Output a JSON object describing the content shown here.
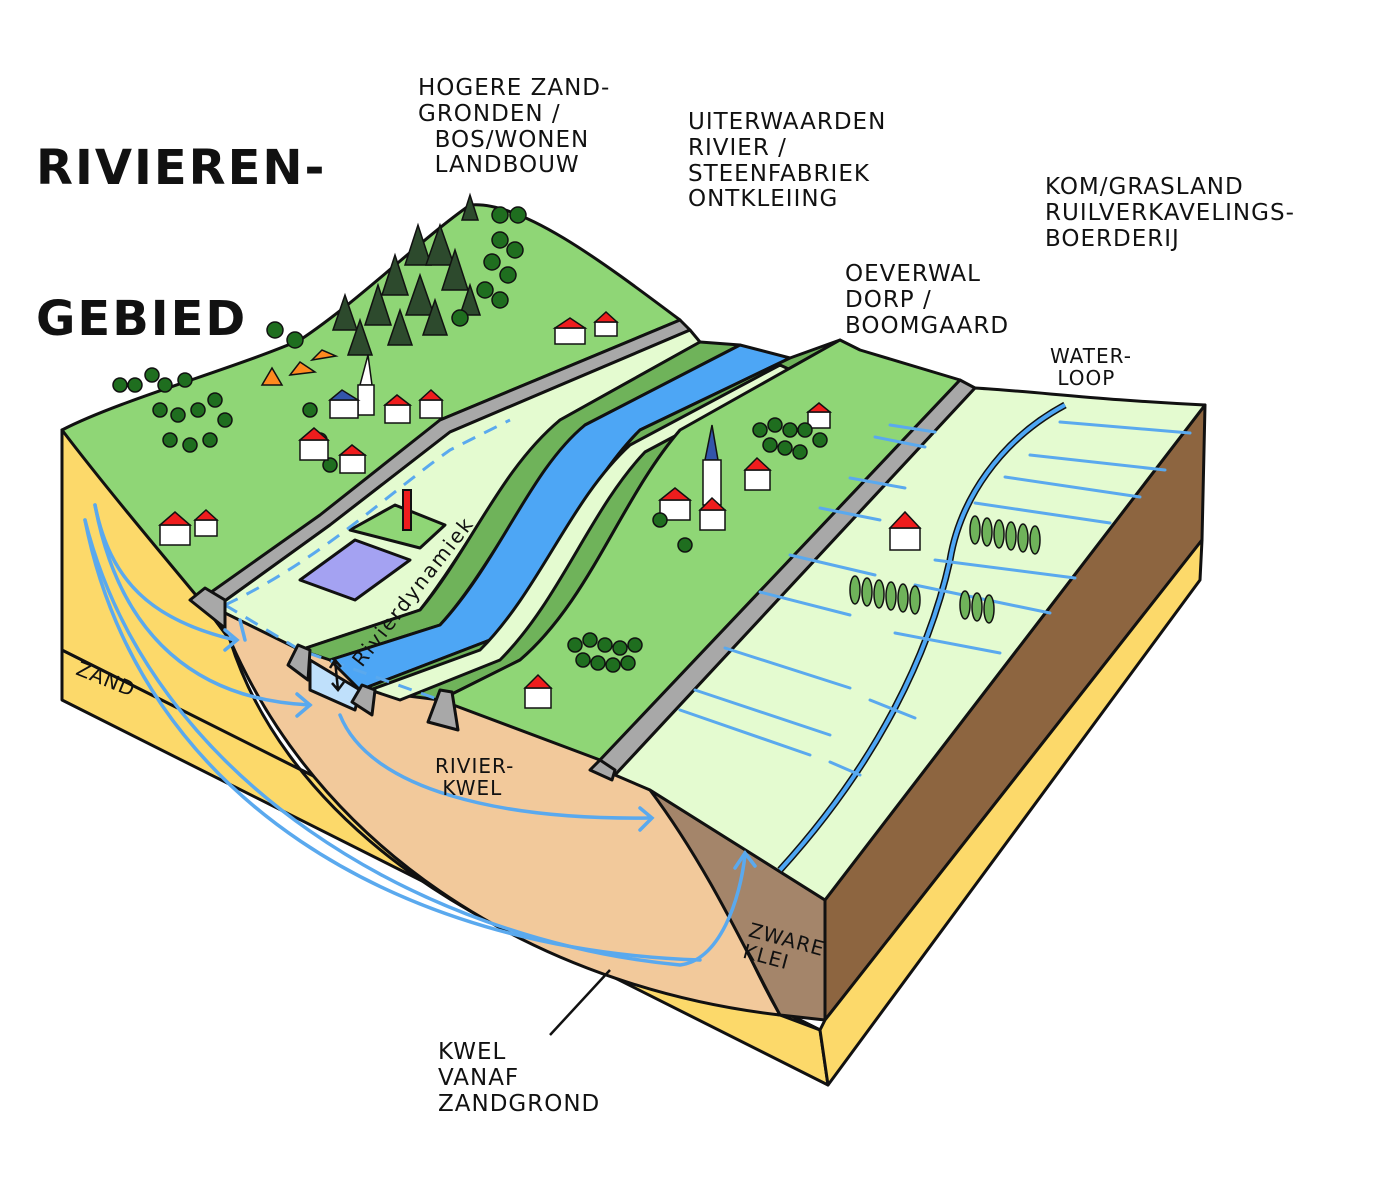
{
  "title": {
    "line1": "Rivieren-",
    "line2": "gebied"
  },
  "labels": {
    "hogere_zandgronden": "Hogere zand-\ngronden /\n  bos/wonen\n  landbouw",
    "uiterwaarden": "Uiterwaarden\nrivier /\nsteenfabriek\nontkleiing",
    "kom": "Kom/grasland\nruilverkavelings-\nboerderij",
    "oeverwal": "Oeverwal\ndorp /\nboomgaard",
    "waterloop": "Water-\n loop",
    "rivierdynamiek": "Rivierdynamiek",
    "zand": "Zand",
    "rivierkwel": "Rivier-\n kwel",
    "zware_klei": "Zware\nklei",
    "kwel_vanaf_zandgrond": "Kwel\nvanaf\nzandgrond"
  },
  "colors": {
    "grass": "#8fd676",
    "grass_dark": "#6fb35a",
    "floodplain": "#e4fbd0",
    "river": "#4da6f5",
    "river_light": "#bfe0fb",
    "sand": "#fcd96a",
    "sand_light": "#f2c99b",
    "clay": "#8d6540",
    "clay_light": "#a4856a",
    "road": "#a8a8a8",
    "pond": "#a4a2f2",
    "roof": "#ef1d1d",
    "tree": "#1f6e1f",
    "conifer": "#2d4a2d",
    "flow_arrow": "#5aa9ee"
  }
}
